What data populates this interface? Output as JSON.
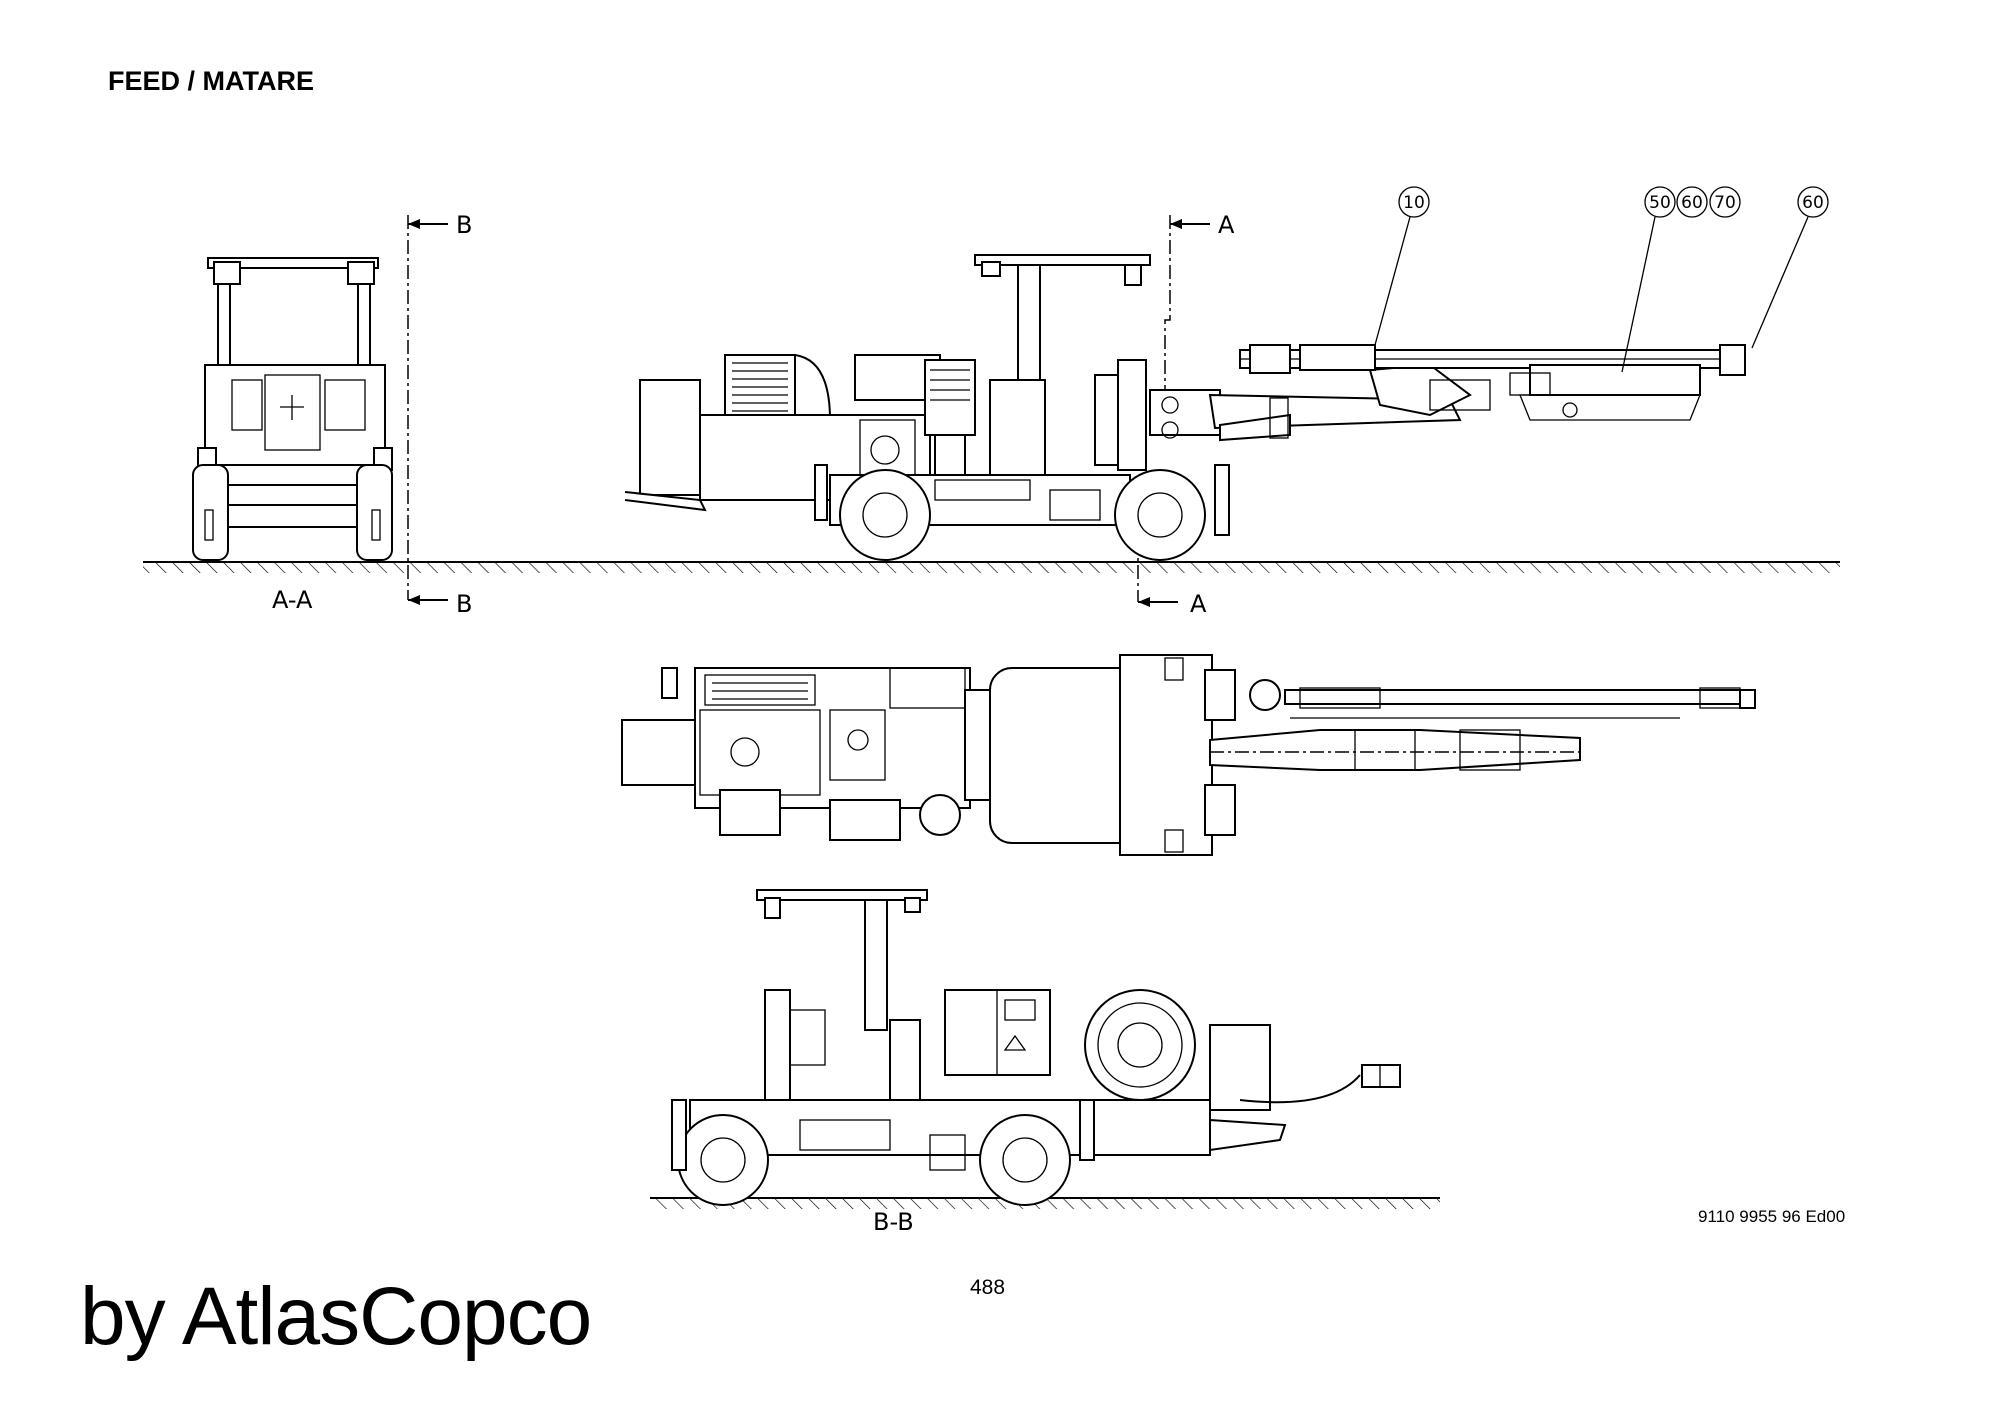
{
  "header": {
    "title": "FEED / MATARE"
  },
  "footer": {
    "doc_number": "9110 9955 96 Ed00",
    "page_number": "488",
    "watermark": "by AtlasCopco"
  },
  "section_markers": {
    "b_top": "B",
    "a_top": "A",
    "b_bottom": "B",
    "a_bottom": "A",
    "view_aa": "A-A",
    "view_bb": "B-B"
  },
  "callouts": {
    "c10": "10",
    "c50": "50",
    "c60a": "60",
    "c70": "70",
    "c60b": "60"
  }
}
